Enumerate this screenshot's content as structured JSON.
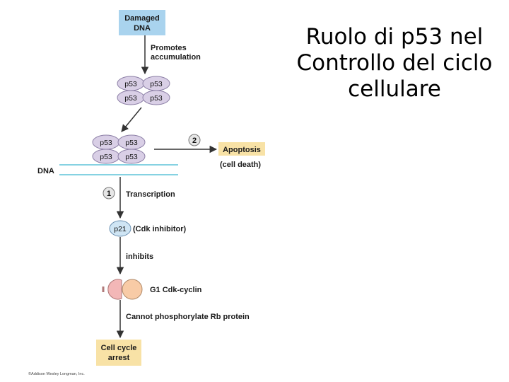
{
  "slide": {
    "title_lines": [
      "Ruolo di p53 nel",
      "Controllo del ciclo",
      "cellulare"
    ]
  },
  "diagram": {
    "damaged_dna": [
      "Damaged",
      "DNA"
    ],
    "promotes_accumulation": [
      "Promotes",
      "accumulation"
    ],
    "p53_label": "p53",
    "dna_label": "DNA",
    "step_2": "2",
    "apoptosis": "Apoptosis",
    "cell_death": "(cell death)",
    "step_1": "1",
    "transcription": "Transcription",
    "p21": "p21",
    "cdk_inhibitor": "(Cdk inhibitor)",
    "inhibits": "inhibits",
    "g1_cdk_cyclin": "G1 Cdk-cyclin",
    "cannot_phosphorylate": "Cannot phosphorylate Rb protein",
    "cell_cycle_arrest": [
      "Cell cycle",
      "arrest"
    ],
    "copyright": "©Addison Wesley Longman, Inc."
  },
  "colors": {
    "damaged_dna_box": "#a9d3ee",
    "apoptosis_box": "#f8e2a6",
    "arrest_box": "#f8e2a6",
    "p53_fill": "#d9cfe6",
    "p53_stroke": "#8c7fa6",
    "dna_line": "#5ec3d8",
    "p21_fill": "#cfe5f4",
    "cdk_fill": "#f3b7b7",
    "cyclin_fill": "#f8cba6"
  }
}
